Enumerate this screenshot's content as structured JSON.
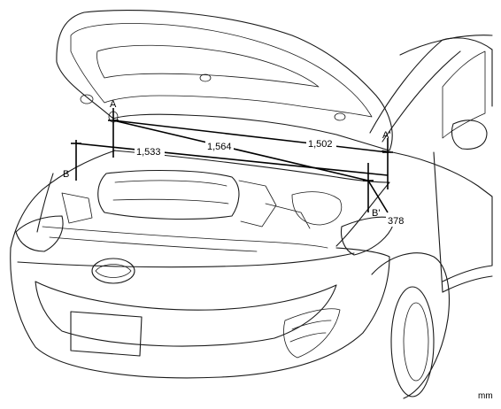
{
  "points": {
    "a": "A",
    "a_prime": "A'",
    "b": "B",
    "b_prime": "B'"
  },
  "measurements": {
    "a_b_prime": "1,564",
    "a_a_prime": "1,502",
    "b_a_prime": "1,533",
    "b_prime_height": "378"
  },
  "unit": "mm"
}
